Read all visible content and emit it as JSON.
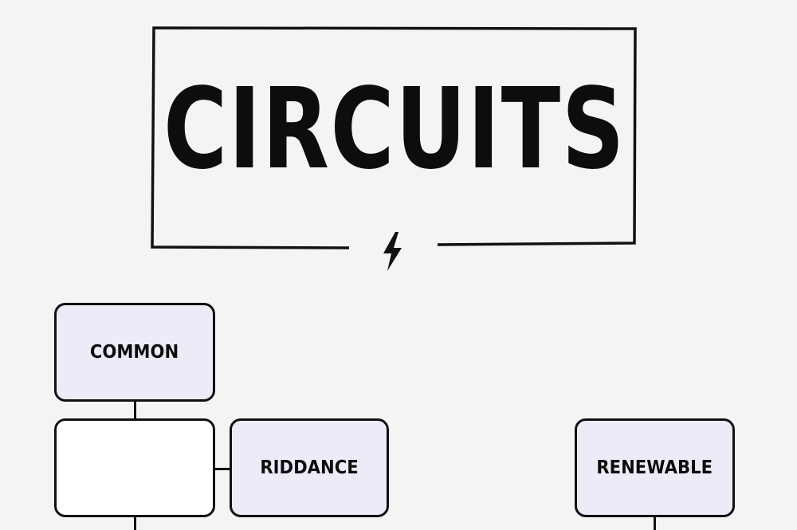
{
  "puzzle": {
    "title": "CIRCUITS"
  },
  "tiles": {
    "common": "COMMON",
    "blank": "",
    "riddance": "RIDDANCE",
    "renewable": "RENEWABLE"
  },
  "colors": {
    "background": "#f4f4f4",
    "tile_fill": "#ecebf8",
    "blank_fill": "#ffffff",
    "ink": "#111111"
  },
  "icons": {
    "title_icon": "lightning-bolt-icon"
  }
}
